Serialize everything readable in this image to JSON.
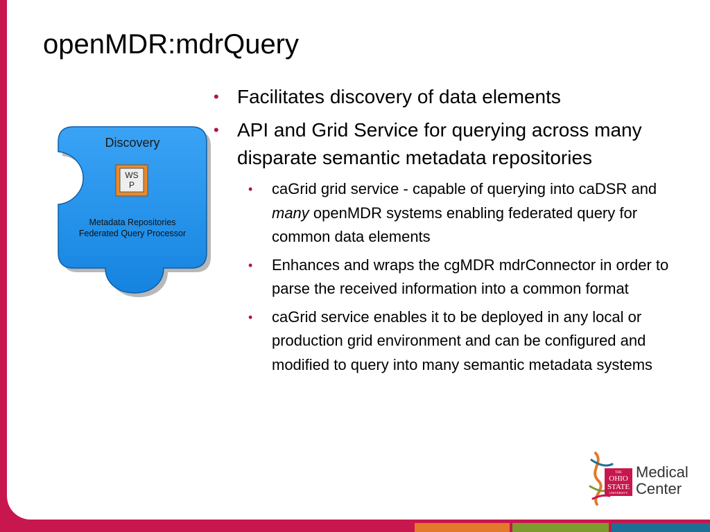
{
  "slide": {
    "title": "openMDR:mdrQuery",
    "graphic": {
      "heading": "Discovery",
      "icon_text_top": "WS",
      "icon_text_bottom": "P",
      "caption_line1": "Metadata Repositories",
      "caption_line2": "Federated Query Processor",
      "fill_color": "#1b8de8"
    },
    "bullets": [
      "Facilitates discovery of data elements",
      "API and Grid Service for querying across many disparate semantic metadata repositories"
    ],
    "sub_bullets": [
      {
        "before": "caGrid grid service - capable of querying into caDSR and ",
        "emphasis": "many",
        "after": " openMDR systems enabling federated query for common data elements"
      },
      {
        "text": "Enhances and wraps the cgMDR mdrConnector in order to parse the received information into a common format"
      },
      {
        "text": "caGrid service enables it to be deployed in any local or production grid environment and can be configured and modified to query into many semantic metadata systems"
      }
    ],
    "logo": {
      "seal_line1": "THE",
      "seal_line2": "OHIO",
      "seal_line3": "STATE",
      "seal_line4": "UNIVERSITY",
      "text_line1": "Medical",
      "text_line2": "Center"
    },
    "footer_colors": [
      "#c8164e",
      "#e3792b",
      "#7d9a2e",
      "#1d6f96"
    ]
  }
}
